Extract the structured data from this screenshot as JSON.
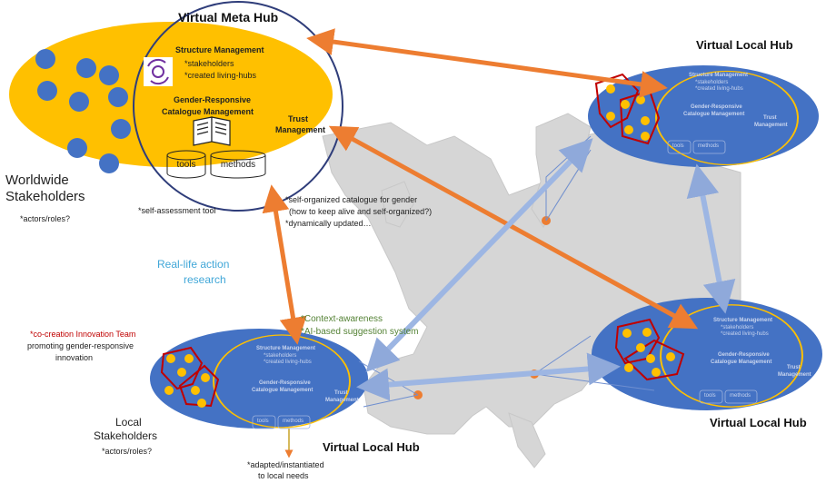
{
  "meta_hub": {
    "title": "Virtual Meta Hub",
    "structure_title": "Structure Management",
    "structure_items": [
      "*stakeholders",
      "*created living-hubs"
    ],
    "catalogue_title_1": "Gender-Responsive",
    "catalogue_title_2": "Catalogue Management",
    "trust_1": "Trust",
    "trust_2": "Management",
    "tools": "tools",
    "methods": "methods"
  },
  "worldwide": {
    "line1": "Worldwide",
    "line2": "Stakeholders",
    "roles": "*actors/roles?"
  },
  "self_assessment": "*self-assessment tool",
  "catalogue_notes": [
    "*self-organized catalogue for gender",
    "(how to keep alive and self-organized?)",
    "*dynamically updated…"
  ],
  "research": {
    "line1": "Real-life action",
    "line2": "research"
  },
  "context_notes": [
    "*Context-awareness",
    "*AI-based suggestion system"
  ],
  "cocreation": {
    "team": "*co-creation Innovation Team",
    "promoting": "promoting gender-responsive",
    "innovation": "innovation"
  },
  "local_stakeholders": {
    "line1": "Local",
    "line2": "Stakeholders",
    "roles": "*actors/roles?"
  },
  "adapted": [
    "*adapted/instantiated",
    "to local needs"
  ],
  "local_hub_title": "Virtual Local Hub",
  "local_hub_inner": {
    "structure": "Structure Management",
    "items": [
      "*stakeholders",
      "*created living-hubs"
    ],
    "catalogue_1": "Gender-Responsive",
    "catalogue_2": "Catalogue Management",
    "trust_1": "Trust",
    "trust_2": "Management",
    "tools": "tools",
    "methods": "methods"
  },
  "colors": {
    "meta_fill": "#ffc000",
    "hub_fill": "#4472c4",
    "ring": "#2f3d7a",
    "inner_ring": "#ffc000",
    "orange_arrow": "#ed7d31",
    "blue_arrow": "#9db6e3",
    "cocreation": "#c00000",
    "research": "#41a7d8",
    "context": "#548235",
    "map": "#d4d4d4"
  }
}
